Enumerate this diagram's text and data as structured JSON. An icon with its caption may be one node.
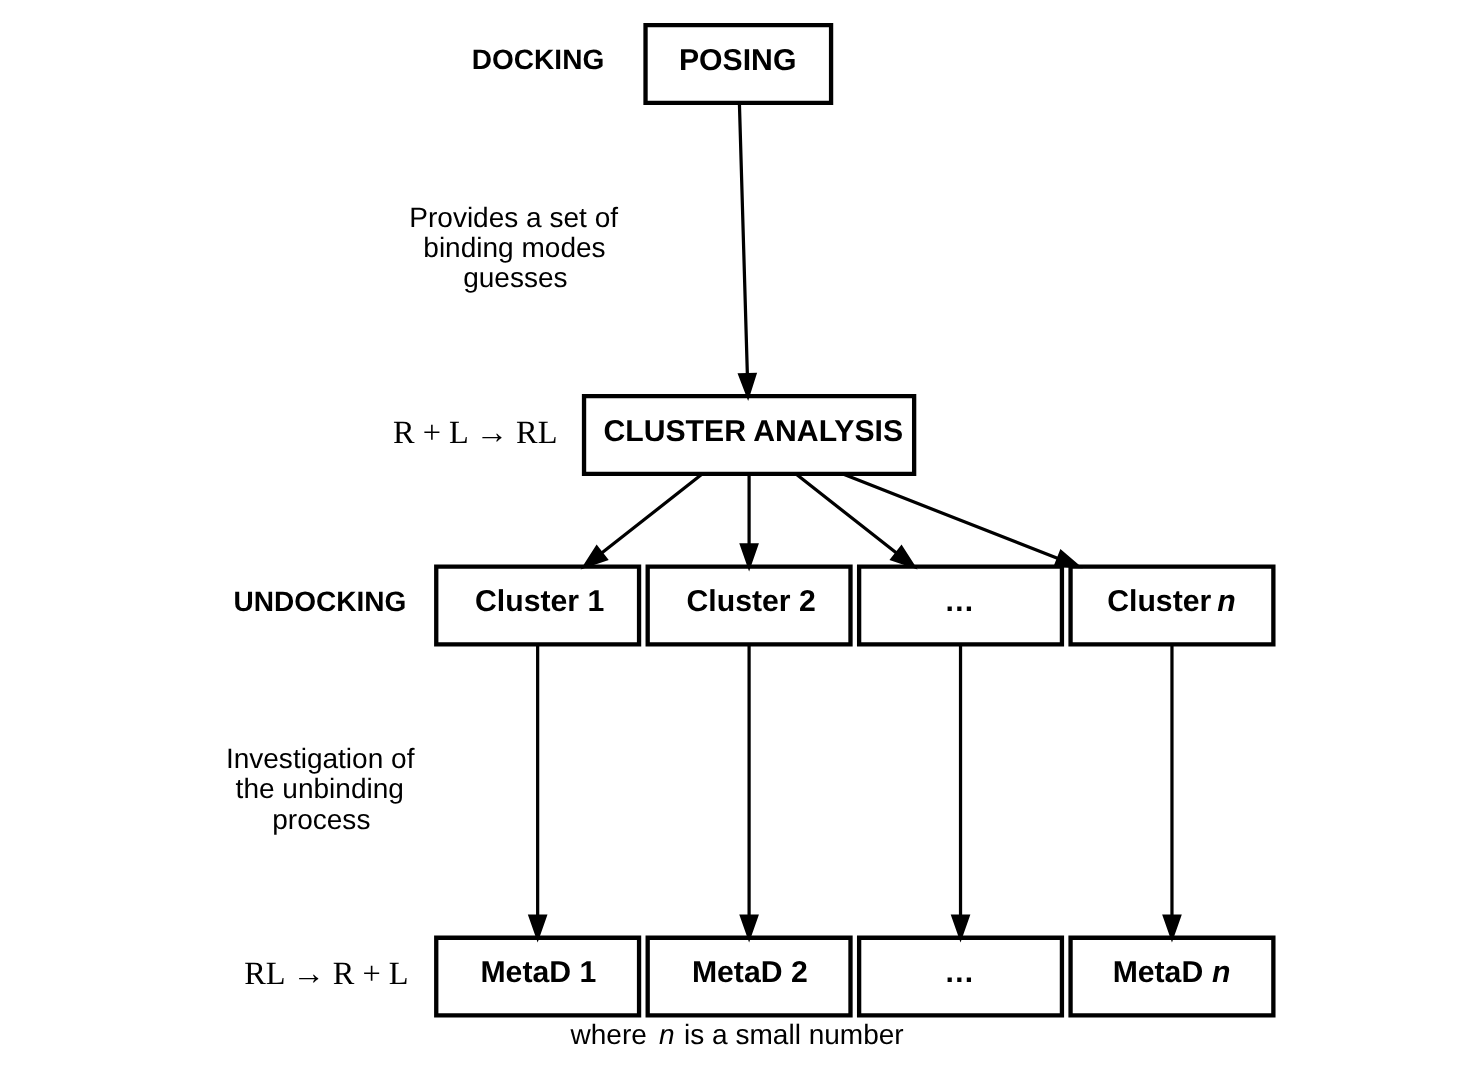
{
  "diagram": {
    "caption": "where *n* is a small number",
    "nodes": [
      {
        "text": [
          "POSING"
        ]
      },
      {
        "text": [
          "CLUSTER ANALYSIS"
        ]
      },
      {
        "text": [
          "Cluster 1"
        ]
      },
      {
        "text": [
          "Cluster 2"
        ]
      },
      {
        "text": [
          "…"
        ]
      },
      {
        "text": [
          "Cluster *n*"
        ]
      },
      {
        "text": [
          "MetaD 1"
        ]
      },
      {
        "text": [
          "MetaD 2"
        ]
      },
      {
        "text": [
          "…"
        ]
      },
      {
        "text": [
          "MetaD *n*"
        ]
      }
    ],
    "edges": [
      {
        "from": 0,
        "to": 1,
        "arrow": "to"
      },
      {
        "from": 1,
        "to": 2,
        "arrow": "to"
      },
      {
        "from": 1,
        "to": 3,
        "arrow": "to"
      },
      {
        "from": 1,
        "to": 4,
        "arrow": "to"
      },
      {
        "from": 1,
        "to": 5,
        "arrow": "to"
      },
      {
        "from": 2,
        "to": 6,
        "arrow": "to"
      },
      {
        "from": 3,
        "to": 7,
        "arrow": "to"
      },
      {
        "from": 4,
        "to": 8,
        "arrow": "to"
      },
      {
        "from": 5,
        "to": 9,
        "arrow": "to"
      }
    ],
    "labels": [
      "DOCKING",
      "Provides a set of binding modes guesses",
      "R + L → RL",
      "UNDOCKING",
      "Investigation of the unbinding process",
      "RL → R + L"
    ]
  }
}
